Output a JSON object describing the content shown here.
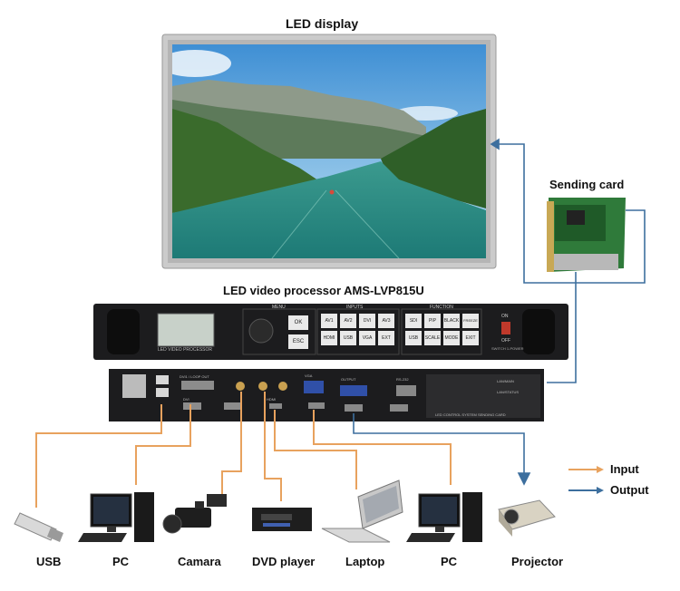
{
  "title": "LED display",
  "sending_card": "Sending card",
  "processor": {
    "title": "LED video processor AMS-LVP815U",
    "front_label": "LED VIDEO PROCESSOR",
    "menu_label": "MENU",
    "inputs_label": "INPUTS",
    "function_label": "FUNCTION",
    "menu_buttons": [
      "OK",
      "ESC"
    ],
    "input_buttons": [
      "AV1",
      "AV2",
      "DVI",
      "AV3",
      "HDMI",
      "USB",
      "VGA",
      "EXT"
    ],
    "function_buttons": [
      "SDI",
      "PIP",
      "BLACK",
      "FREEZE",
      "USB",
      "SCALE",
      "MODE",
      "EXIT"
    ],
    "power_on": "ON",
    "power_off": "OFF",
    "power_label": "SWITCH 1-POWER",
    "rear_labels": [
      "DVI1 / LOOP OUT",
      "VGA",
      "HDMI",
      "DVI",
      "OUTPUT",
      "RS-232",
      "LAN/MAIN",
      "LAN/STATUS",
      "LED CONTROL SYSTEM SENDING CARD"
    ]
  },
  "devices": [
    "USB",
    "PC",
    "Camara",
    "DVD player",
    "Laptop",
    "PC",
    "Projector"
  ],
  "legend": {
    "input": "Input",
    "output": "Output"
  },
  "colors": {
    "input": "#e8a25e",
    "output": "#3d6f9e",
    "chassis": "#1c1c1e",
    "bezel": "#c9c9c9"
  }
}
